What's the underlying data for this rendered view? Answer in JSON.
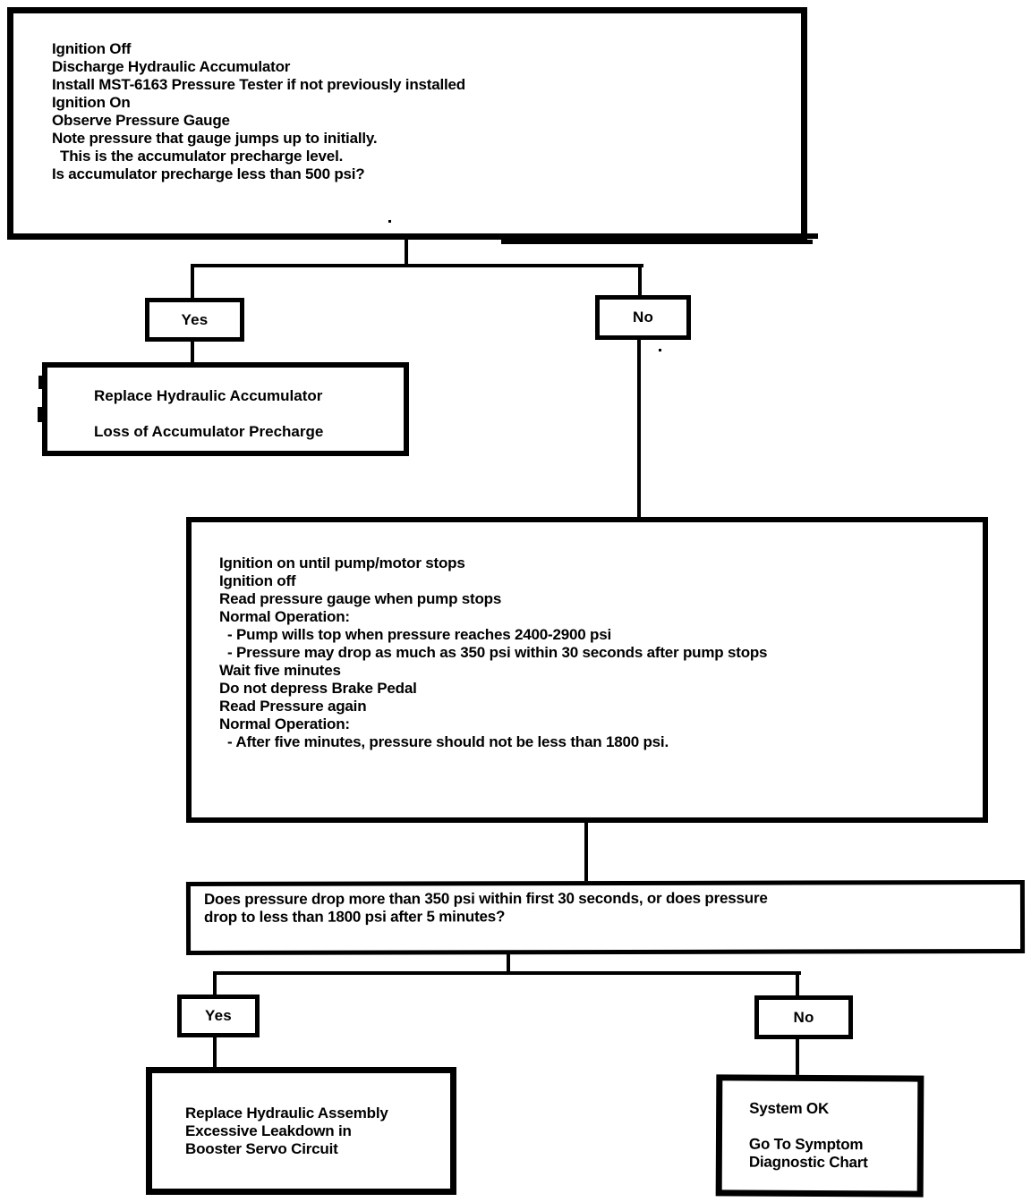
{
  "flowchart": {
    "colors": {
      "ink": "#000000",
      "background": "#ffffff"
    },
    "step1": {
      "lines": [
        "Ignition Off",
        "Discharge Hydraulic Accumulator",
        "Install MST-6163 Pressure Tester if not previously installed",
        "Ignition On",
        "Observe Pressure Gauge",
        "Note pressure that gauge jumps up to initially.",
        "  This is the accumulator precharge level.",
        "Is accumulator precharge less than 500 psi?"
      ]
    },
    "branch1": {
      "yes_label": "Yes",
      "no_label": "No"
    },
    "result_precharge": {
      "line1": "Replace Hydraulic Accumulator",
      "line2": "Loss of Accumulator Precharge"
    },
    "step2": {
      "lines": [
        "Ignition on until pump/motor stops",
        "Ignition off",
        "Read pressure gauge when pump stops",
        "Normal Operation:",
        "  - Pump wills top when pressure reaches 2400-2900 psi",
        "  - Pressure may drop as much as 350 psi within 30 seconds after pump stops",
        "Wait five minutes",
        "Do not depress Brake Pedal",
        "Read Pressure again",
        "Normal Operation:",
        "  - After five minutes, pressure should not be less than 1800 psi."
      ]
    },
    "question2": {
      "line1": "Does pressure drop more than 350 psi within first 30 seconds, or does pressure",
      "line2": "drop to less than 1800 psi after 5 minutes?"
    },
    "branch2": {
      "yes_label": "Yes",
      "no_label": "No"
    },
    "result_leakdown": {
      "lines": [
        "Replace Hydraulic Assembly",
        "Excessive Leakdown in",
        "Booster Servo Circuit"
      ]
    },
    "result_ok": {
      "line1": "System OK",
      "line2": "Go To Symptom",
      "line3": "Diagnostic Chart"
    }
  }
}
